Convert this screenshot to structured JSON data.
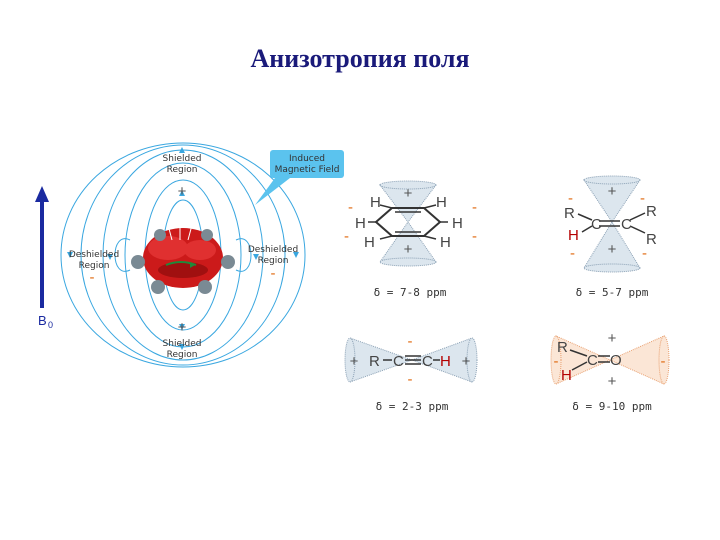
{
  "title": "Анизотропия поля",
  "colors": {
    "field_line": "#3aa7e0",
    "cone": "#b8c8d8",
    "molecule": "#d41e1e",
    "plus": "#555555",
    "minus": "#e06a10",
    "arrow": "#1a2aa0",
    "callout": "#5bc3ee"
  },
  "left_diagram": {
    "shielded_top": [
      "Shielded",
      "Region"
    ],
    "induced_field": [
      "Induced",
      "Magnetic Field"
    ],
    "deshielded_left": [
      "Deshielded",
      "Region"
    ],
    "deshielded_right": [
      "Deshielded",
      "Region"
    ],
    "shielded_bottom": [
      "Shielded",
      "Region"
    ],
    "b0_label": "B",
    "b0_sub": "0",
    "plus": "+",
    "minus": "-"
  },
  "benzene": {
    "atoms": [
      "H",
      "H",
      "H",
      "H",
      "H",
      "H"
    ],
    "plus": "+",
    "minus": "-",
    "shift": "δ = 7-8 ppm"
  },
  "alkene": {
    "r_atoms": [
      "R",
      "R",
      "R"
    ],
    "h_atom": "H",
    "c_atoms": [
      "C",
      "C"
    ],
    "plus": "+",
    "minus": "-",
    "shift": "δ = 5-7 ppm"
  },
  "alkyne": {
    "r": "R",
    "c1": "C",
    "c2": "C",
    "h": "H",
    "plus": "+",
    "minus": "-",
    "shift": "δ = 2-3 ppm"
  },
  "carbonyl": {
    "r": "R",
    "h": "H",
    "c": "C",
    "o": "O",
    "plus": "+",
    "minus": "-",
    "shift": "δ = 9-10 ppm"
  }
}
